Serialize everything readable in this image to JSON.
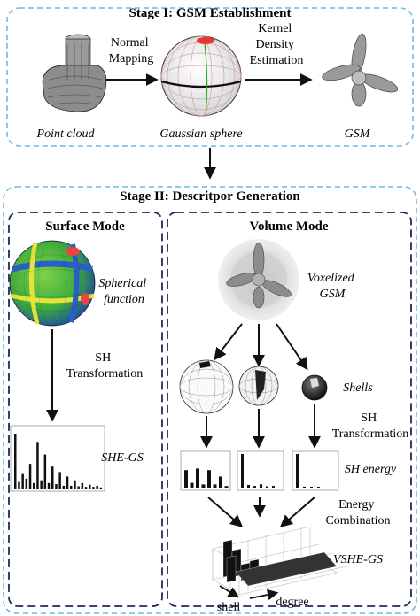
{
  "stage1": {
    "title": "Stage I: GSM Establishment",
    "items": {
      "point_cloud": "Point cloud",
      "gaussian_sphere": "Gaussian sphere",
      "gsm": "GSM"
    },
    "steps": {
      "normal_mapping": [
        "Normal",
        "Mapping"
      ],
      "kde": [
        "Kernel",
        "Density",
        "Estimation"
      ]
    }
  },
  "stage2": {
    "title": "Stage II: Descritpor Generation",
    "surface": {
      "title": "Surface Mode",
      "spherical_function": [
        "Spherical",
        "function"
      ],
      "sh_transformation": [
        "SH",
        "Transformation"
      ],
      "result": "SHE-GS",
      "histogram": [
        1.0,
        0.12,
        0.28,
        0.18,
        0.45,
        0.1,
        0.85,
        0.15,
        0.62,
        0.1,
        0.4,
        0.08,
        0.3,
        0.05,
        0.22,
        0.05,
        0.15,
        0.04,
        0.1,
        0.03,
        0.07,
        0.03,
        0.05,
        0.02
      ]
    },
    "volume": {
      "title": "Volume Mode",
      "voxelized": [
        "Voxelized",
        "GSM"
      ],
      "shells": "Shells",
      "sh_transformation": [
        "SH",
        "Transformation"
      ],
      "sh_energy": "SH energy",
      "energy_combination": [
        "Energy",
        "Combination"
      ],
      "result": "VSHE-GS",
      "axis_shell": "shell",
      "axis_degree": "degree",
      "hist1": [
        0.55,
        0.15,
        0.6,
        0.1,
        0.55,
        0.1,
        0.35,
        0.05
      ],
      "hist2": [
        1.0,
        0.08,
        0.05,
        0.1,
        0.04,
        0.05
      ],
      "hist3": [
        1.0,
        0.03,
        0.02,
        0.02
      ]
    }
  },
  "colors": {
    "stage_border": "#6fb7e6",
    "mode_border": "#1f2a5c",
    "arrow": "#111111"
  }
}
